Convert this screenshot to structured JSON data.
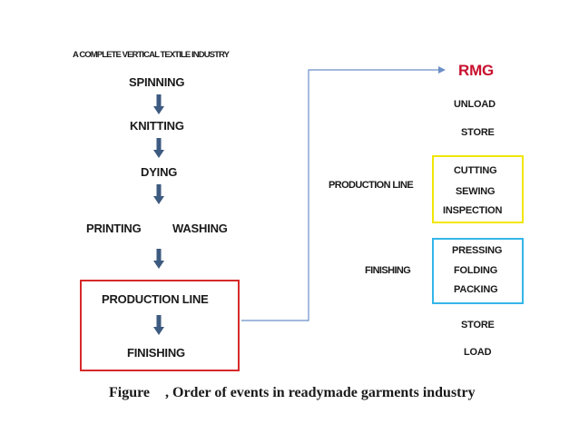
{
  "left": {
    "heading": "A COMPLETE VERTICAL TEXTILE INDUSTRY",
    "spinning": "SPINNING",
    "knitting": "KNITTING",
    "dying": "DYING",
    "printing": "PRINTING",
    "washing": "WASHING",
    "production_line": "PRODUCTION LINE",
    "finishing": "FINISHING"
  },
  "middle": {
    "production_line": "PRODUCTION LINE",
    "finishing": "FINISHING"
  },
  "right": {
    "rmg": "RMG",
    "unload": "UNLOAD",
    "store_1": "STORE",
    "cutting": "CUTTING",
    "sewing": "SEWING",
    "inspection": "INSPECTION",
    "pressing": "PRESSING",
    "folding": "FOLDING",
    "packing": "PACKING",
    "store_2": "STORE",
    "load": "LOAD"
  },
  "caption": {
    "figure": "Figure",
    "text": ", Order of events in readymade garments industry"
  },
  "colors": {
    "arrow": "#3d5a80",
    "red_box": "#d62a2a",
    "yellow_box": "#f2e600",
    "blue_box": "#35b6e8",
    "connector": "#6b8fc7",
    "rmg_text": "#c8102e"
  }
}
